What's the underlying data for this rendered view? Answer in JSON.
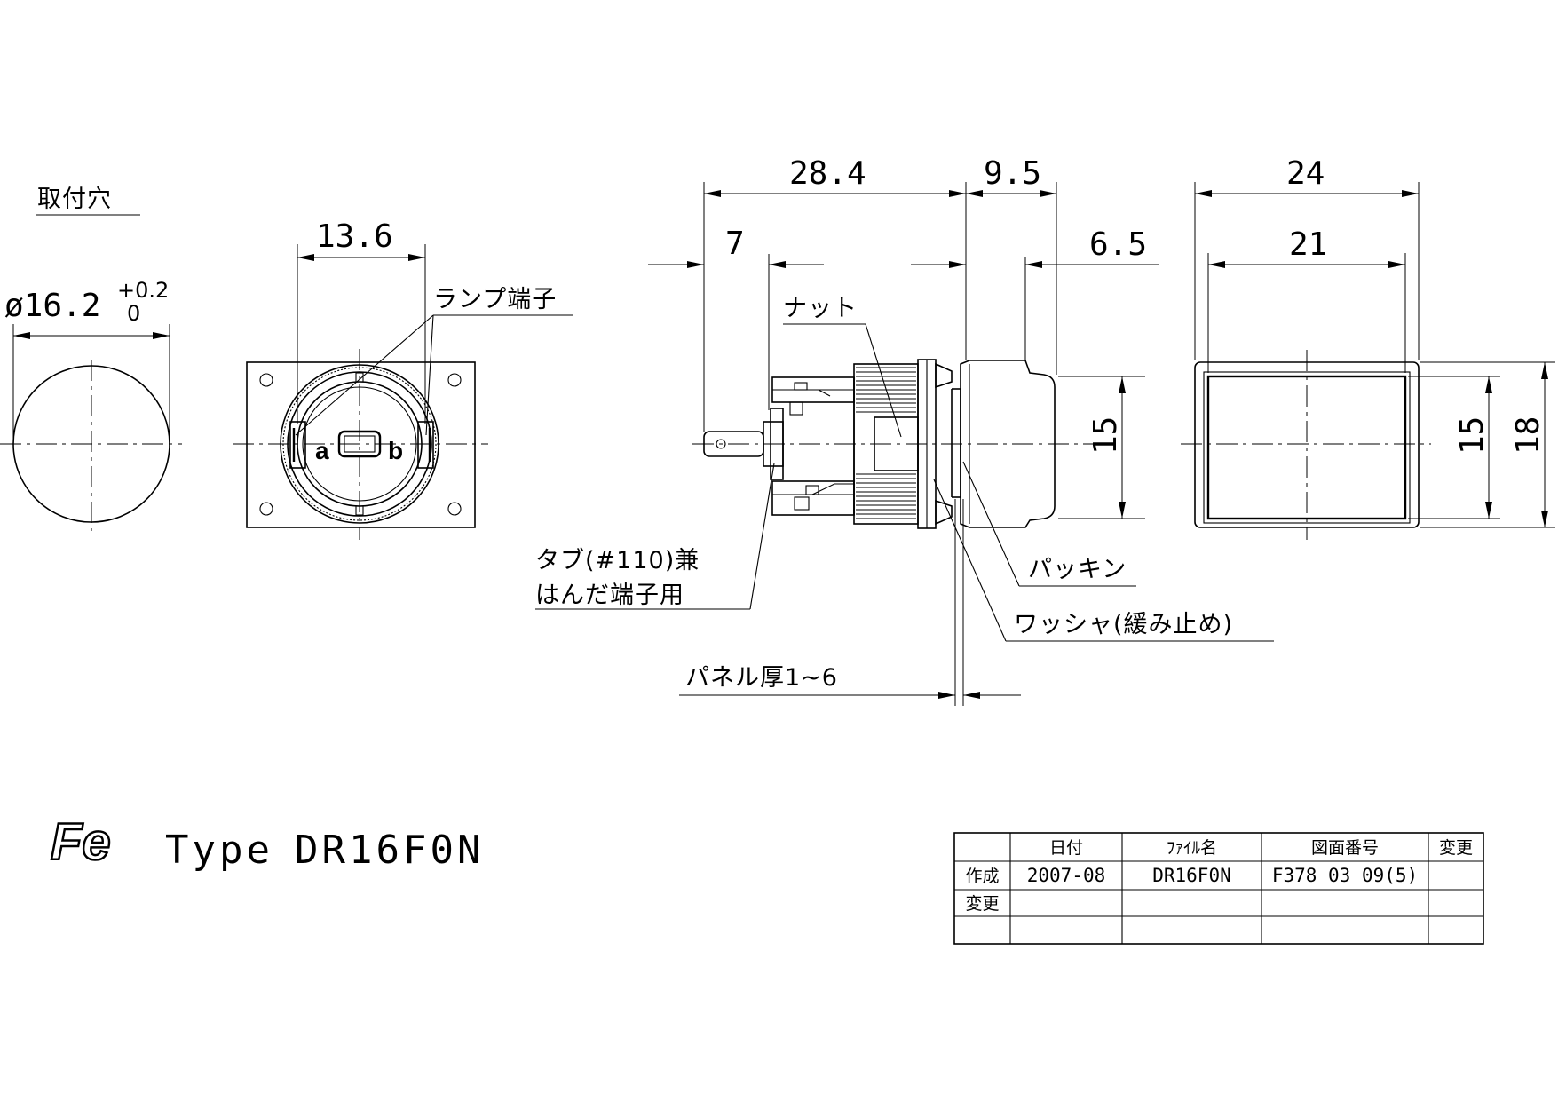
{
  "labels": {
    "mounting_hole": "取付穴",
    "lamp_terminal": "ランプ端子",
    "nut": "ナット",
    "tab_line1": "タブ(#110)兼",
    "tab_line2": "はんだ端子用",
    "packing": "パッキン",
    "washer": "ワッシャ(緩み止め)",
    "panel_thickness": "パネル厚1~6",
    "terminal_a": "a",
    "terminal_b": "b"
  },
  "dimensions": {
    "hole_diameter": "ø16.2",
    "hole_tol_upper": "+0.2",
    "hole_tol_lower": "0",
    "terminal_pitch": "13.6",
    "depth_total": "28.4",
    "front_depth": "9.5",
    "tab_length": "7",
    "bezel_depth": "6.5",
    "side_height": "15",
    "front_width_outer": "24",
    "front_width_inner": "21",
    "front_height_inner": "15",
    "front_height_outer": "18"
  },
  "title": {
    "logo": "Fe",
    "type_label": "Type",
    "model": "DR16F0N"
  },
  "title_block": {
    "headers": [
      "",
      "日付",
      "ﾌｧｲﾙ名",
      "図面番号",
      "変更"
    ],
    "rows": [
      [
        "作成",
        "2007-08",
        "DR16F0N",
        "F378 03 09(5)",
        ""
      ],
      [
        "変更",
        "",
        "",
        "",
        ""
      ],
      [
        "",
        "",
        "",
        "",
        ""
      ]
    ]
  }
}
